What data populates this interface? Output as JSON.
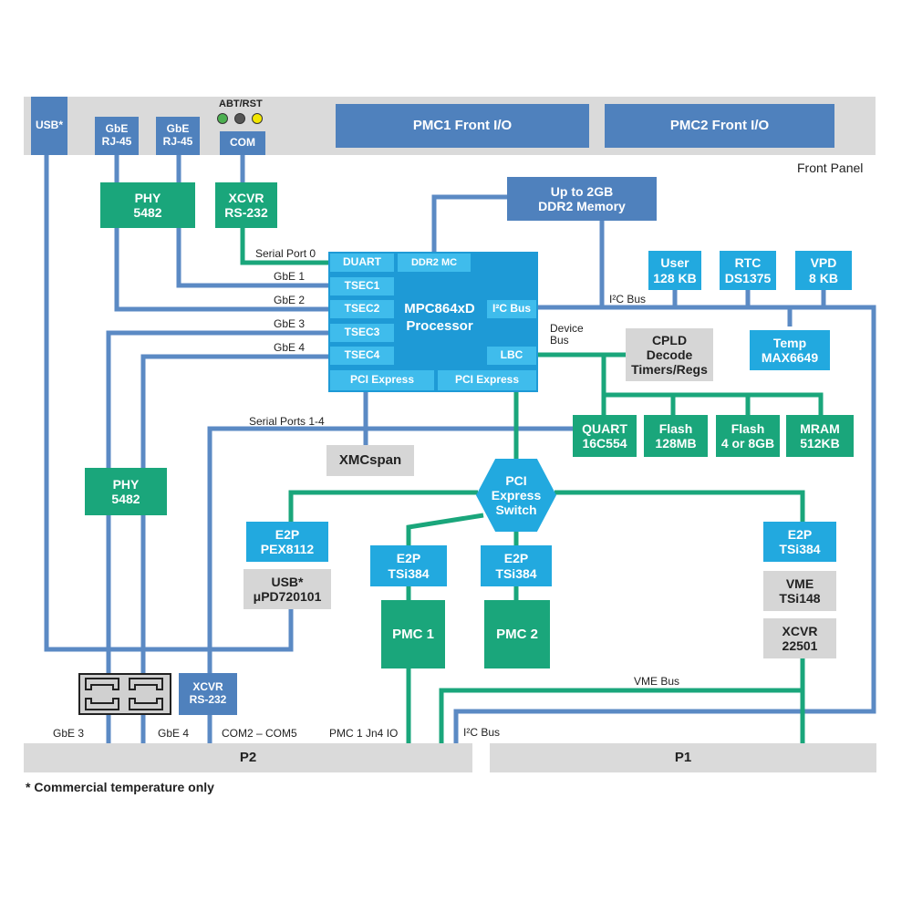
{
  "front_panel": {
    "label": "Front Panel",
    "usb": "USB*",
    "gbe_rj45": [
      "GbE",
      "RJ-45"
    ],
    "abt_rst": "ABT/RST",
    "com": "COM",
    "pmc1_front": "PMC1 Front I/O",
    "pmc2_front": "PMC2 Front I/O"
  },
  "blocks": {
    "phy_top": [
      "PHY",
      "5482"
    ],
    "xcvr_top": [
      "XCVR",
      "RS-232"
    ],
    "ddr2": [
      "Up to 2GB",
      "DDR2 Memory"
    ],
    "user": [
      "User",
      "128 KB"
    ],
    "rtc": [
      "RTC",
      "DS1375"
    ],
    "vpd": [
      "VPD",
      "8 KB"
    ],
    "temp": [
      "Temp",
      "MAX6649"
    ],
    "cpld": [
      "CPLD",
      "Decode",
      "Timers/Regs"
    ],
    "quart": [
      "QUART",
      "16C554"
    ],
    "flash128": [
      "Flash",
      "128MB"
    ],
    "flash48": [
      "Flash",
      "4 or 8GB"
    ],
    "mram": [
      "MRAM",
      "512KB"
    ],
    "xmcspan": "XMCspan",
    "phy_bottom": [
      "PHY",
      "5482"
    ],
    "pci_switch": [
      "PCI",
      "Express",
      "Switch"
    ],
    "e2p_pex": [
      "E2P",
      "PEX8112"
    ],
    "usb_pd": [
      "USB*",
      "μPD720101"
    ],
    "e2p_tsi_1": [
      "E2P",
      "TSi384"
    ],
    "e2p_tsi_2": [
      "E2P",
      "TSi384"
    ],
    "e2p_tsi_3": [
      "E2P",
      "TSi384"
    ],
    "pmc1": "PMC 1",
    "pmc2": "PMC 2",
    "vme": [
      "VME",
      "TSi148"
    ],
    "xcvr_22501": [
      "XCVR",
      "22501"
    ],
    "xcvr_bottom": [
      "XCVR",
      "RS-232"
    ]
  },
  "processor": {
    "name": [
      "MPC864xD",
      "Processor"
    ],
    "duart": "DUART",
    "ddr2mc": "DDR2 MC",
    "tsec1": "TSEC1",
    "tsec2": "TSEC2",
    "tsec3": "TSEC3",
    "tsec4": "TSEC4",
    "i2c_bus": "I²C Bus",
    "lbc": "LBC",
    "pci_express_1": "PCI Express",
    "pci_express_2": "PCI Express"
  },
  "labels": {
    "serial_port_0": "Serial Port 0",
    "gbe1": "GbE 1",
    "gbe2": "GbE 2",
    "gbe3": "GbE 3",
    "gbe4": "GbE 4",
    "i2c_bus": "I²C Bus",
    "device_bus": [
      "Device",
      "Bus"
    ],
    "serial_ports_1_4": "Serial Ports 1-4",
    "vme_bus": "VME Bus",
    "i2c_bus_bottom": "I²C Bus",
    "gbe3_bottom": "GbE 3",
    "gbe4_bottom": "GbE 4",
    "com2_com5": "COM2 – COM5",
    "pmc1_jn4": "PMC 1 Jn4 IO"
  },
  "backplane": {
    "p2": "P2",
    "p1": "P1"
  },
  "footnote": "* Commercial temperature only",
  "colors": {
    "blue": "#4f81bd",
    "cyan": "#22a9df",
    "green": "#1aa67b",
    "gray": "#d6d6d6",
    "processor": "#1e9ad6",
    "led_green": "#4caf50",
    "led_gray": "#555555",
    "led_yellow": "#f2e600"
  }
}
